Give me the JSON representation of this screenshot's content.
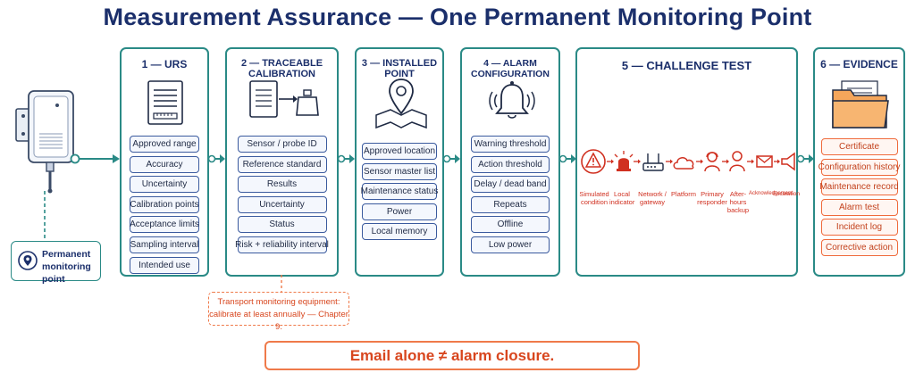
{
  "title": "Measurement Assurance — One Permanent Monitoring Point",
  "monitoring_point": {
    "label_line1": "Permanent",
    "label_line2": "monitoring point"
  },
  "stages": {
    "urs": {
      "title": "1 — URS",
      "items": [
        "Approved range",
        "Accuracy",
        "Uncertainty",
        "Calibration points",
        "Acceptance limits",
        "Sampling interval",
        "Intended use"
      ]
    },
    "calibration": {
      "title": "2 — TRACEABLE CALIBRATION",
      "items": [
        "Sensor / probe ID",
        "Reference standard",
        "Results",
        "Uncertainty",
        "Status",
        "Risk + reliability interval"
      ]
    },
    "installed": {
      "title": "3 — INSTALLED POINT",
      "items": [
        "Approved location",
        "Sensor master list",
        "Maintenance status",
        "Power",
        "Local memory"
      ]
    },
    "alarm": {
      "title": "4 — ALARM CONFIGURATION",
      "items": [
        "Warning threshold",
        "Action threshold",
        "Delay / dead band",
        "Repeats",
        "Offline",
        "Low power"
      ]
    },
    "challenge": {
      "title": "5 — CHALLENGE TEST",
      "steps": [
        {
          "line1": "Simulated",
          "line2": "condition"
        },
        {
          "line1": "Local",
          "line2": "indicator"
        },
        {
          "line1": "Network /",
          "line2": "gateway"
        },
        {
          "line1": "Platform",
          "line2": ""
        },
        {
          "line1": "Primary",
          "line2": "responder"
        },
        {
          "line1": "After-hours",
          "line2": "backup"
        },
        {
          "line1": "Acknowledgement",
          "line2": ""
        },
        {
          "line1": "Escalation",
          "line2": ""
        }
      ]
    },
    "evidence": {
      "title": "6 — EVIDENCE",
      "items": [
        "Certificate",
        "Configuration history",
        "Maintenance record",
        "Alarm test",
        "Incident log",
        "Corrective action"
      ]
    }
  },
  "note": {
    "line1": "Transport monitoring equipment:",
    "line2": "calibrate at least annually — Chapter 9."
  },
  "banner": "Email alone ≠ alarm closure.",
  "colors": {
    "teal": "#2a8a86",
    "navy": "#1b2f6b",
    "item_border": "#3a5a9e",
    "orange": "#ef6a3b",
    "red": "#d03020"
  }
}
